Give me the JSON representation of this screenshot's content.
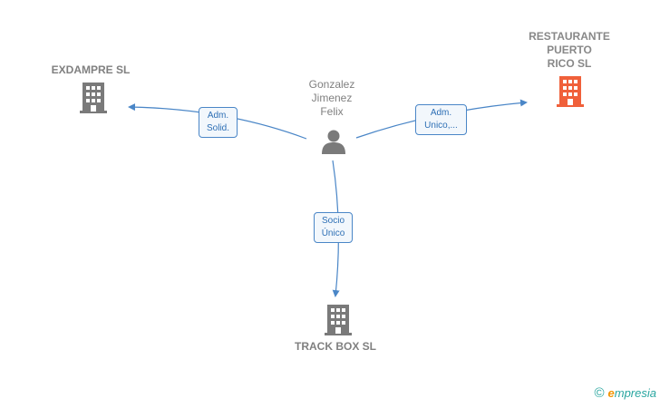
{
  "nodes": {
    "person": {
      "label_lines": [
        "Gonzalez",
        "Jimenez",
        "Felix"
      ],
      "icon": "person-icon"
    },
    "exdampre": {
      "label": "EXDAMPRE  SL",
      "icon": "building-icon"
    },
    "restaurante": {
      "label_lines": [
        "RESTAURANTE",
        "PUERTO",
        "RICO  SL"
      ],
      "icon": "building-icon",
      "color": "#f0603a"
    },
    "trackbox": {
      "label": "TRACK BOX SL",
      "icon": "building-icon"
    }
  },
  "edges": {
    "to_exdampre": [
      "Adm.",
      "Solid."
    ],
    "to_restaurante": [
      "Adm.",
      "Unico,..."
    ],
    "to_trackbox": [
      "Socio",
      "Único"
    ]
  },
  "colors": {
    "building": "#7a7a7a",
    "highlight_building": "#f0603a",
    "edge": "#4a86c7"
  },
  "brand": {
    "copyright": "©",
    "e": "e",
    "rest": "mpresia"
  }
}
